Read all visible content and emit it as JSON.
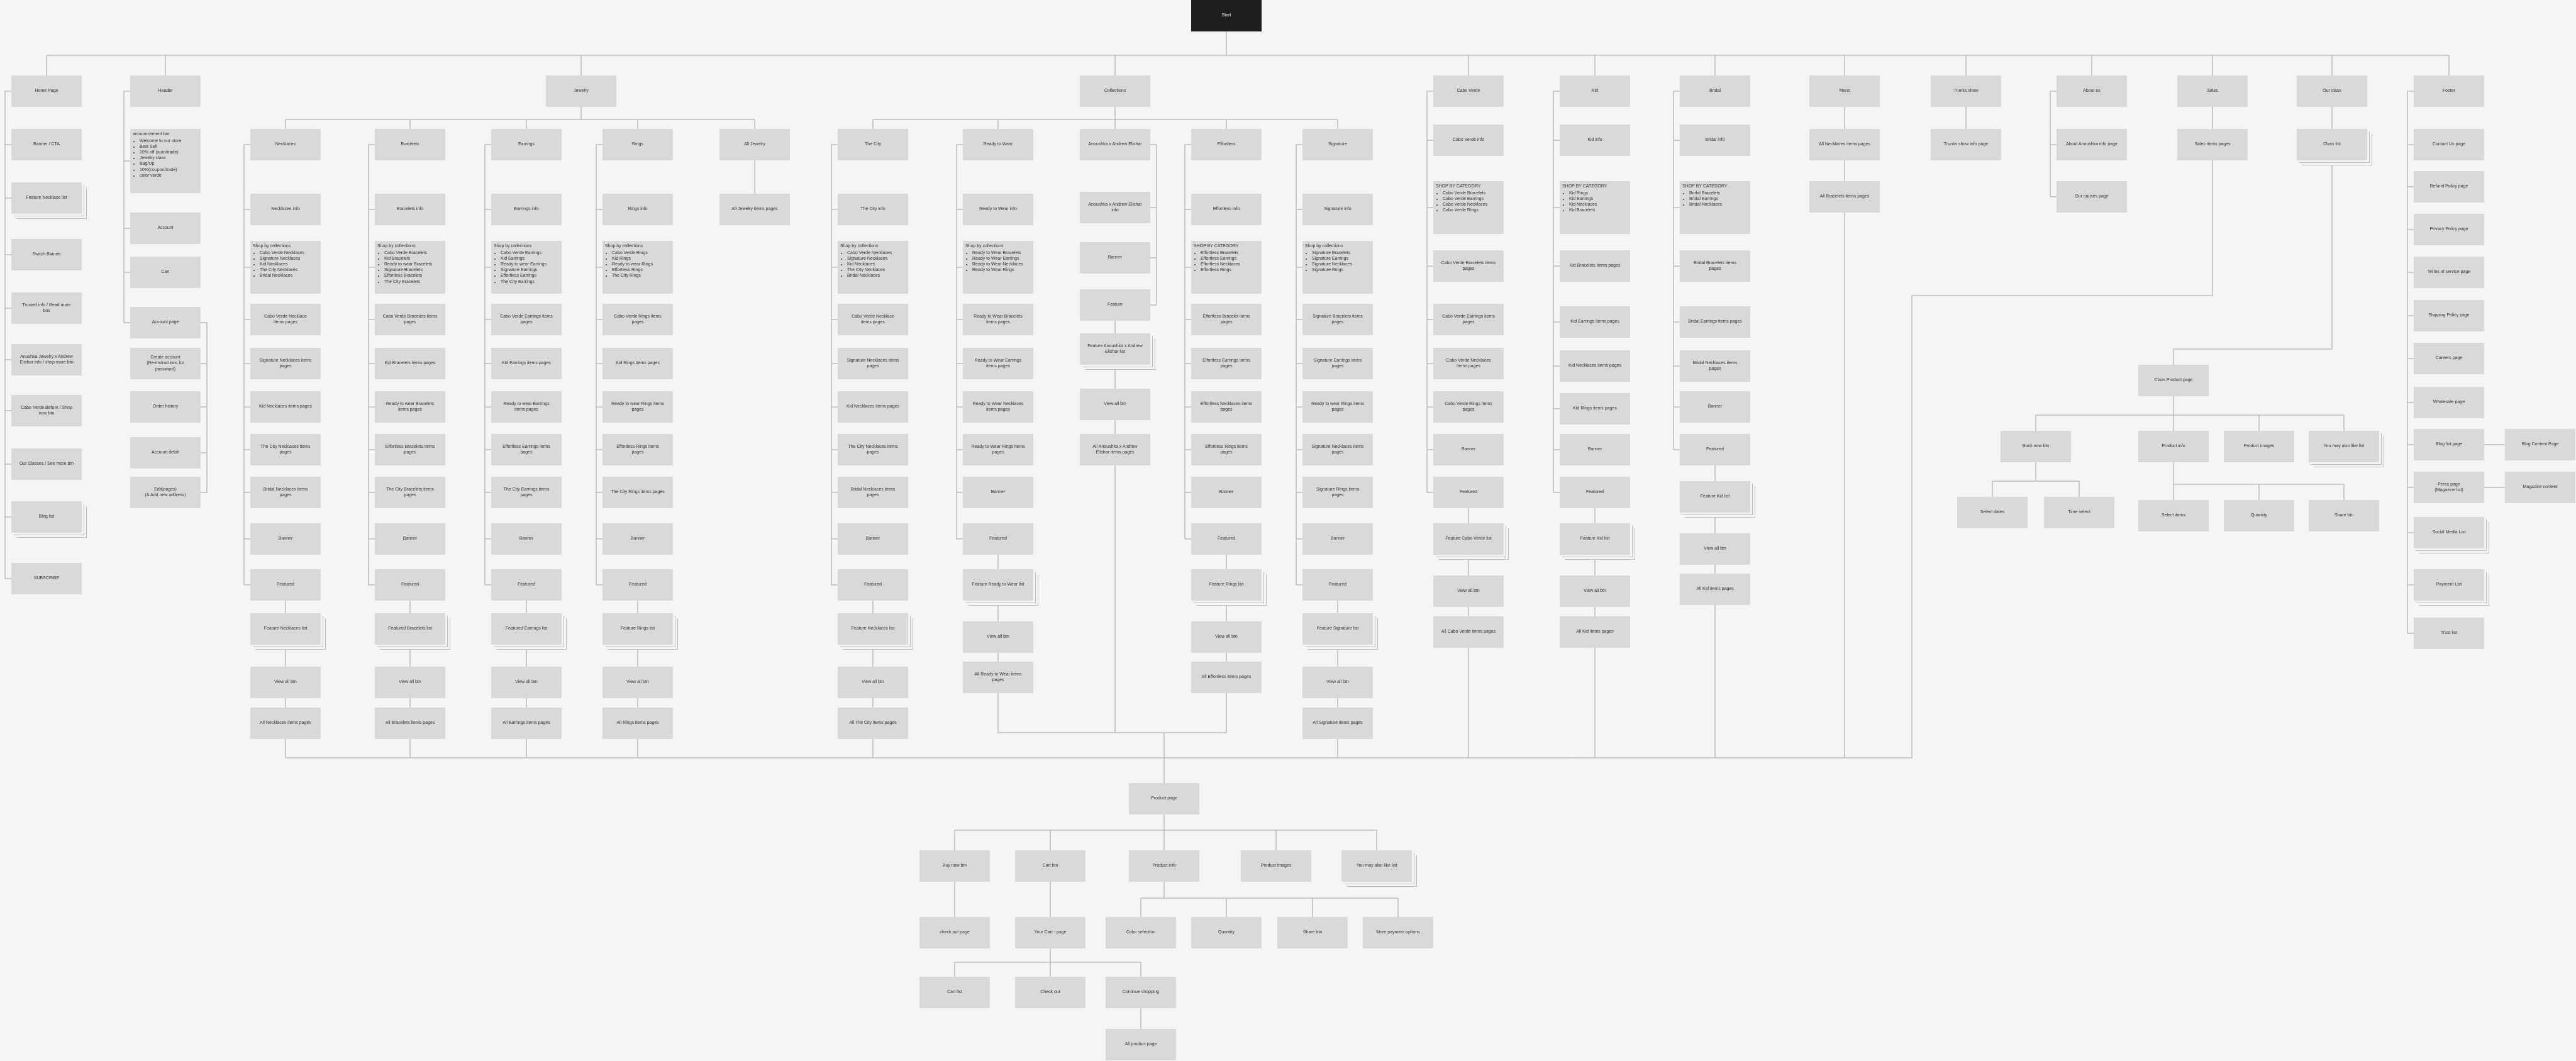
{
  "nodes": {
    "start": {
      "label": "Start"
    },
    "home": {
      "label": "Home Page"
    },
    "banner_cta": {
      "label": "Banner / CTA"
    },
    "feature_necklace_list": {
      "label": "Feature Necklace list"
    },
    "switch_banner": {
      "label": "Switch Banner"
    },
    "trusted_info": {
      "label": "Trusted info / Read more\nbox"
    },
    "anoushka_about": {
      "label": "Anushka Jewelry x Andrew\nElishar info / shop more btn"
    },
    "cabo_verde_before": {
      "label": "Cabo Verde Before / Shop\nnow btn"
    },
    "our_classes": {
      "label": "Our Classes / See more btn"
    },
    "blog_list": {
      "label": "Blog list"
    },
    "subscribe": {
      "label": "SUBSCRIBE"
    },
    "header": {
      "label": "Header"
    },
    "announcement_bar": {
      "title": "announcement bar",
      "items": [
        "Welcome to our store",
        "Best Sell",
        "10% off (auto/trade)",
        "Jewelry class",
        "Bag/Up",
        "10%(coupon/trade)",
        "color verde"
      ]
    },
    "account": {
      "label": "Account"
    },
    "cart": {
      "label": "Cart"
    },
    "account_page": {
      "label": "Account page"
    },
    "create_account": {
      "label": "Create account\n(Re-instructions for\npassword)"
    },
    "order_history": {
      "label": "Order history"
    },
    "account_detail": {
      "label": "Account detail"
    },
    "edit_address": {
      "label": "Edit(pages)\n(& Add new address)"
    },
    "jewelry": {
      "label": "Jewelry"
    },
    "necklaces": {
      "label": "Necklaces"
    },
    "necklaces_info": {
      "label": "Necklaces info"
    },
    "necklaces_shop": {
      "title": "Shop by collections",
      "items": [
        "Cabo Verde Necklaces",
        "Signature Necklaces",
        "Kid Necklaces",
        "The City Necklaces",
        "Bridal Necklaces"
      ]
    },
    "cabo_necklaces_items": {
      "label": "Cabo Verde Necklace\nitems pages"
    },
    "signature_necklaces_items": {
      "label": "Signature Necklaces items\npages"
    },
    "kid_necklaces_items": {
      "label": "Kid Necklaces items pages"
    },
    "city_necklaces_items": {
      "label": "The City Necklaces items\npages"
    },
    "bridal_necklaces_items": {
      "label": "Bridal Necklaces items\npages"
    },
    "necklaces_banner": {
      "label": "Banner"
    },
    "necklaces_featured": {
      "label": "Featured"
    },
    "feature_necklaces_list": {
      "label": "Feature Necklaces list"
    },
    "necklaces_view_all": {
      "label": "View all btn"
    },
    "all_necklaces_items": {
      "label": "All Necklaces items pages"
    },
    "bracelets": {
      "label": "Bracelets"
    },
    "bracelets_info": {
      "label": "Bracelets info"
    },
    "bracelets_shop": {
      "title": "Shop by collections",
      "items": [
        "Cabo Verde Bracelets",
        "Kid Bracelets",
        "Ready to wear Bracelets",
        "Signature Bracelets",
        "Effortless Bracelets",
        "The City Bracelets"
      ]
    },
    "cabo_bracelets_items": {
      "label": "Cabo Verde Bracelets items\npages"
    },
    "kid_bracelets_items": {
      "label": "Kid Bracelets items pages"
    },
    "rtw_bracelets_items": {
      "label": "Ready to wear Bracelets\nitems pages"
    },
    "effortless_bracelets_items": {
      "label": "Effortless Bracelets items\npages"
    },
    "city_bracelets_items": {
      "label": "The City Bracelets items\npages"
    },
    "bracelets_banner": {
      "label": "Banner"
    },
    "bracelets_featured": {
      "label": "Featured"
    },
    "feature_bracelets_list": {
      "label": "Featured Bracelets list"
    },
    "bracelets_view_all": {
      "label": "View all btn"
    },
    "all_bracelets_items": {
      "label": "All Bracelets items pages"
    },
    "earrings": {
      "label": "Earrings"
    },
    "earrings_info": {
      "label": "Earrings info"
    },
    "earrings_shop": {
      "title": "Shop by collections",
      "items": [
        "Cabo Verde Earrings",
        "Kid Earrings",
        "Ready to wear Earrings",
        "Signature Earrings",
        "Effortless Earrings",
        "The City Earrings"
      ]
    },
    "cabo_earrings_items": {
      "label": "Cabo Verde Earrings items\npages"
    },
    "kid_earrings_items": {
      "label": "Kid Earrings items pages"
    },
    "rtw_earrings_items": {
      "label": "Ready to wear Earrings\nitems pages"
    },
    "effortless_earrings_items": {
      "label": "Effortless Earrings items\npages"
    },
    "city_earrings_items": {
      "label": "The City Earrings items\npages"
    },
    "earrings_banner": {
      "label": "Banner"
    },
    "earrings_featured": {
      "label": "Featured"
    },
    "feature_earrings_list": {
      "label": "Featured Earrings list"
    },
    "earrings_view_all": {
      "label": "View all btn"
    },
    "all_earrings_items": {
      "label": "All Earrings items pages"
    },
    "rings": {
      "label": "Rings"
    },
    "rings_info": {
      "label": "Rings info"
    },
    "rings_shop": {
      "title": "Shop by collections",
      "items": [
        "Cabo Verde Rings",
        "Kid Rings",
        "Ready to wear Rings",
        "Effortless Rings",
        "The City Rings"
      ]
    },
    "cabo_rings_items": {
      "label": "Cabo Verde Rings items\npages"
    },
    "kid_rings_items": {
      "label": "Kid Rings items pages"
    },
    "rtw_rings_items": {
      "label": "Ready to wear Rings items\npages"
    },
    "effortless_rings_items": {
      "label": "Effortless Rings items\npages"
    },
    "city_rings_items": {
      "label": "The City Rings items pages"
    },
    "rings_banner": {
      "label": "Banner"
    },
    "rings_featured": {
      "label": "Featured"
    },
    "feature_rings_list": {
      "label": "Feature Rings list"
    },
    "rings_view_all": {
      "label": "View all btn"
    },
    "all_rings_items": {
      "label": "All Rings items pages"
    },
    "all_jewelry": {
      "label": "All Jewelry"
    },
    "all_jewelry_items": {
      "label": "All Jewelry items pages"
    },
    "collections": {
      "label": "Collections"
    },
    "the_city": {
      "label": "The City"
    },
    "the_city_info": {
      "label": "The City info"
    },
    "the_city_shop": {
      "title": "Shop by collections",
      "items": [
        "Cabo Verde Necklaces",
        "Signature Necklaces",
        "Kid Necklaces",
        "The City Necklaces",
        "Bridal Necklaces"
      ]
    },
    "city_cabo_items": {
      "label": "Cabo Verde Necklace\nitems pages"
    },
    "city_signature_items": {
      "label": "Signature Necklaces items\npages"
    },
    "city_kid_items": {
      "label": "Kid Necklaces items pages"
    },
    "city_city_items": {
      "label": "The City Necklaces items\npages"
    },
    "city_bridal_items": {
      "label": "Bridal Necklaces items\npages"
    },
    "the_city_banner": {
      "label": "Banner"
    },
    "the_city_featured": {
      "label": "Featured"
    },
    "feature_city_list": {
      "label": "Feature Necklaces list"
    },
    "the_city_view_all": {
      "label": "View all btn"
    },
    "all_city_items": {
      "label": "All The City items pages"
    },
    "ready_to_wear": {
      "label": "Ready to Wear"
    },
    "rtw_info": {
      "label": "Ready to Wear info"
    },
    "rtw_shop": {
      "title": "Shop by collections",
      "items": [
        "Ready to Wear Bracelets",
        "Ready to Wear Earrings",
        "Ready to Wear Necklaces",
        "Ready to Wear Rings"
      ]
    },
    "rtw_bracelets_pages": {
      "label": "Ready to Wear Bracelets\nitems pages"
    },
    "rtw_earrings_pages": {
      "label": "Ready to Wear Earrings\nitems pages"
    },
    "rtw_necklaces_pages": {
      "label": "Ready to Wear Necklaces\nitems pages"
    },
    "rtw_rings_pages": {
      "label": "Ready to Wear Rings items\npages"
    },
    "rtw_banner": {
      "label": "Banner"
    },
    "rtw_featured": {
      "label": "Featured"
    },
    "feature_rtw_list": {
      "label": "Feature Ready to Wear list"
    },
    "rtw_view_all": {
      "label": "View all btn"
    },
    "all_rtw_items": {
      "label": "All Ready to Wear items\npages"
    },
    "anoushka_collab": {
      "label": "Anoushka x Andrew Elishar"
    },
    "anoushka_info": {
      "label": "Anoushka x Andrew Elishar\ninfo"
    },
    "anoushka_banner": {
      "label": "Banner"
    },
    "anoushka_feature": {
      "label": "Feature"
    },
    "feature_anoushka_list": {
      "label": "Feature Anoushka x Andrew\nElishar list"
    },
    "anoushka_view_all": {
      "label": "View all btn"
    },
    "all_anoushka_items": {
      "label": "All Anoushka x Andrew\nElishar items pages"
    },
    "effortless": {
      "label": "Effortless"
    },
    "effortless_info": {
      "label": "Effortless info"
    },
    "effortless_shop": {
      "title": "SHOP BY CATEGORY",
      "items": [
        "Effortless Bracelets",
        "Effortless Earrings",
        "Effortless Necklaces",
        "Effortless Rings"
      ]
    },
    "eff_bracelets_pages": {
      "label": "Effortless Bracelet items\npages"
    },
    "eff_earrings_pages": {
      "label": "Effortless Earrings items\npages"
    },
    "eff_necklaces_pages": {
      "label": "Effortless Necklaces items\npages"
    },
    "eff_rings_pages": {
      "label": "Effortless Rings items\npages"
    },
    "effortless_banner": {
      "label": "Banner"
    },
    "effortless_featured": {
      "label": "Featured"
    },
    "feature_rings_list2": {
      "label": "Feature Rings list"
    },
    "effortless_view_all": {
      "label": "View all btn"
    },
    "all_effortless_items": {
      "label": "All Effortless items pages"
    },
    "signature": {
      "label": "Signature"
    },
    "signature_info": {
      "label": "Signature info"
    },
    "signature_shop": {
      "title": "Shop by collections",
      "items": [
        "Signature Bracelets",
        "Signature Earrings",
        "Signature Necklaces",
        "Signature Rings"
      ]
    },
    "sig_bracelets_pages": {
      "label": "Signature Bracelets items\npages"
    },
    "sig_earrings_pages": {
      "label": "Signature Earrings items\npages"
    },
    "sig_rtw_pages": {
      "label": "Ready to wear Rings items\npages"
    },
    "sig_necklaces_pages": {
      "label": "Signature Necklaces items\npages"
    },
    "sig_rings_pages": {
      "label": "Signature Rings items\npages"
    },
    "signature_banner": {
      "label": "Banner"
    },
    "signature_featured": {
      "label": "Featured"
    },
    "feature_signature_list": {
      "label": "Feature Signature list"
    },
    "signature_view_all": {
      "label": "View all btn"
    },
    "all_signature_items": {
      "label": "All Signature items pages"
    },
    "cabo_verde": {
      "label": "Cabo Verde"
    },
    "cabo_verde_info": {
      "label": "Cabo Verde info"
    },
    "cabo_verde_shop": {
      "title": "SHOP BY CATEGORY",
      "items": [
        "Cabo Verde Bracelets",
        "Cabo Verde Earrings",
        "Cabo Verde Necklaces",
        "Cabo Verde Rings"
      ]
    },
    "cv_bracelets_pages": {
      "label": "Cabo Verde Bracelets items\npages"
    },
    "cv_earrings_pages": {
      "label": "Cabo Verde Earrings items\npages"
    },
    "cv_necklaces_pages": {
      "label": "Cabo Verde Necklaces\nitems pages"
    },
    "cv_rings_pages": {
      "label": "Cabo Verde Rings items\npages"
    },
    "cabo_verde_banner": {
      "label": "Banner"
    },
    "cabo_verde_featured": {
      "label": "Featured"
    },
    "feature_cabo_list": {
      "label": "Feature Cabo Verde list"
    },
    "cabo_view_all": {
      "label": "View all btn"
    },
    "all_cabo_items": {
      "label": "All Cabo Verde items pages"
    },
    "kid": {
      "label": "Kid"
    },
    "kid_info": {
      "label": "Kid info"
    },
    "kid_shop": {
      "title": "SHOP BY CATEGORY",
      "items": [
        "Kid Rings",
        "Kid Earrings",
        "Kid Necklaces",
        "Kid Bracelets"
      ]
    },
    "kid_bracelets_pages": {
      "label": "Kid Bracelets items pages"
    },
    "kid_earrings_pages": {
      "label": "Kid Earrings items pages"
    },
    "kid_necklaces_pages": {
      "label": "Kid Necklaces items pages"
    },
    "kid_rings_pages": {
      "label": "Kid Rings items pages"
    },
    "kid_banner": {
      "label": "Banner"
    },
    "kid_featured": {
      "label": "Featured"
    },
    "feature_kid_list": {
      "label": "Feature Kid list"
    },
    "kid_view_all": {
      "label": "View all btn"
    },
    "all_kid_items": {
      "label": "All Kid items pages"
    },
    "bridal": {
      "label": "Bridal"
    },
    "bridal_info": {
      "label": "Bridal info"
    },
    "bridal_shop": {
      "title": "SHOP BY CATEGORY",
      "items": [
        "Bridal Bracelets",
        "Bridal Earrings",
        "Bridal Necklaces"
      ]
    },
    "bridal_bracelets_pages": {
      "label": "Bridal Bracelets items\npages"
    },
    "bridal_earrings_pages": {
      "label": "Bridal Earrings items pages"
    },
    "bridal_necklaces_pages": {
      "label": "Bridal Necklaces items\npages"
    },
    "bridal_banner": {
      "label": "Banner"
    },
    "bridal_featured": {
      "label": "Featured"
    },
    "feature_bridal_list": {
      "label": "Feature Kid list"
    },
    "bridal_view_all": {
      "label": "View all btn"
    },
    "all_bridal_items": {
      "label": "All Kid items pages"
    },
    "mens": {
      "label": "Mens"
    },
    "mens_necklaces": {
      "label": "All Necklaces items pages"
    },
    "mens_bracelets": {
      "label": "All Bracelets items pages"
    },
    "trunks_show": {
      "label": "Trunks show"
    },
    "trunks_info": {
      "label": "Trunks show info page"
    },
    "about_us": {
      "label": "About us"
    },
    "about_info": {
      "label": "About Anoushka info page"
    },
    "our_causes": {
      "label": "Our causes page"
    },
    "sales": {
      "label": "Sales"
    },
    "sales_items": {
      "label": "Sales items pages"
    },
    "our_class": {
      "label": "Our class"
    },
    "class_list": {
      "label": "Class list"
    },
    "class_product": {
      "label": "Class Product page"
    },
    "book_now": {
      "label": "Book now btn"
    },
    "select_dates": {
      "label": "Select dates"
    },
    "time_select": {
      "label": "Time select"
    },
    "class_product_info": {
      "label": "Product info"
    },
    "select_items": {
      "label": "Select items"
    },
    "class_quantity": {
      "label": "Quantity"
    },
    "share_btn": {
      "label": "Share btn"
    },
    "class_product_images": {
      "label": "Product images"
    },
    "class_you_may_like": {
      "label": "You may also like list"
    },
    "footer": {
      "label": "Footer"
    },
    "contact_us": {
      "label": "Contact Us page"
    },
    "refund_policy": {
      "label": "Refund Policy page"
    },
    "privacy_policy": {
      "label": "Privacy Policy page"
    },
    "terms_service": {
      "label": "Terms of service page"
    },
    "shipping_policy": {
      "label": "Shipping Policy page"
    },
    "careers_page": {
      "label": "Careers page"
    },
    "wholesale_page": {
      "label": "Wholesale page"
    },
    "blog_list_page": {
      "label": "Blog list page"
    },
    "blog_content_page": {
      "label": "Blog Content Page"
    },
    "press_page": {
      "label": "Press page\n(Magazine list)"
    },
    "magazine_content": {
      "label": "Magazine content"
    },
    "social_media_list": {
      "label": "Social Media List"
    },
    "payment_list": {
      "label": "Payment List"
    },
    "trust_list": {
      "label": "Trust list"
    },
    "product_page": {
      "label": "Product page"
    },
    "buy_now": {
      "label": "Buy now btn"
    },
    "cart_btn": {
      "label": "Cart btn"
    },
    "product_info": {
      "label": "Product info"
    },
    "product_images": {
      "label": "Product images"
    },
    "you_may_like": {
      "label": "You may also like list"
    },
    "checkout_page": {
      "label": "check out page"
    },
    "your_cart": {
      "label": "Your Cart - page"
    },
    "color_selection": {
      "label": "Color selection"
    },
    "quantity": {
      "label": "Quantity"
    },
    "share_btn2": {
      "label": "Share btn"
    },
    "more_payment": {
      "label": "More payment options"
    },
    "cart_list": {
      "label": "Cart list"
    },
    "check_out": {
      "label": "Check out"
    },
    "continue_shopping": {
      "label": "Continue shopping"
    },
    "all_product_page": {
      "label": "All product page"
    }
  },
  "colors": {
    "background": "#f5f5f5",
    "node": "#d9d9d9",
    "root": "#1e1e1e",
    "line": "#b3b3b3"
  }
}
